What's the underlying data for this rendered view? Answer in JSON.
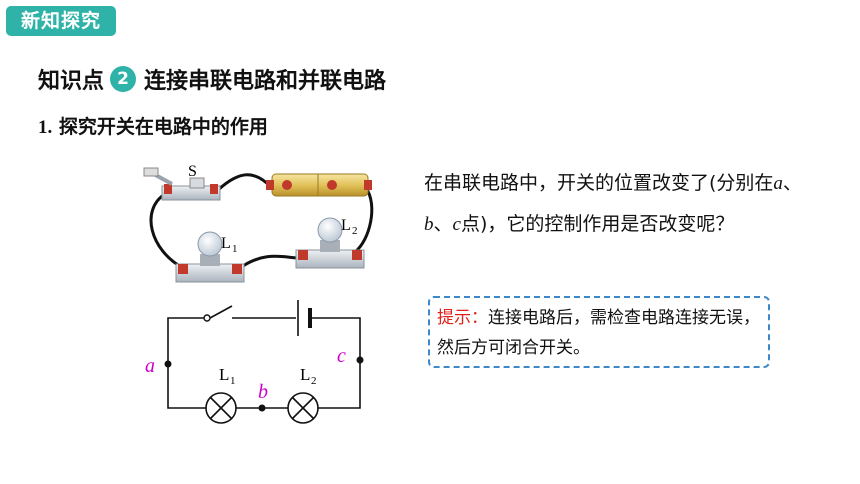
{
  "badge": "新知探究",
  "knowledge_point": {
    "prefix": "知识点",
    "number": "2",
    "title": "连接串联电路和并联电路"
  },
  "subsection": {
    "number": "1.",
    "title": "探究开关在电路中的作用"
  },
  "photo_labels": {
    "switch": "S",
    "lamp1": "L",
    "lamp1_sub": "1",
    "lamp2": "L",
    "lamp2_sub": "2"
  },
  "diagram_labels": {
    "a": "a",
    "b": "b",
    "c": "c",
    "lamp1": "L",
    "lamp1_sub": "1",
    "lamp2": "L",
    "lamp2_sub": "2"
  },
  "paragraph": {
    "part1": "在串联电路中，开关的位置改变了(分别在",
    "a": "a",
    "sep1": "、",
    "b": "b",
    "sep2": "、",
    "c": "c",
    "part2": "点)，它的控制作用是否改变呢？"
  },
  "tip": {
    "label": "提示：",
    "text": "连接电路后，需检查电路连接无误，然后方可闭合开关。"
  },
  "colors": {
    "accent": "#2fb3a8",
    "tip_label": "#e0201b",
    "tip_border": "#3c88c8",
    "node_label": "#cc00cc"
  }
}
